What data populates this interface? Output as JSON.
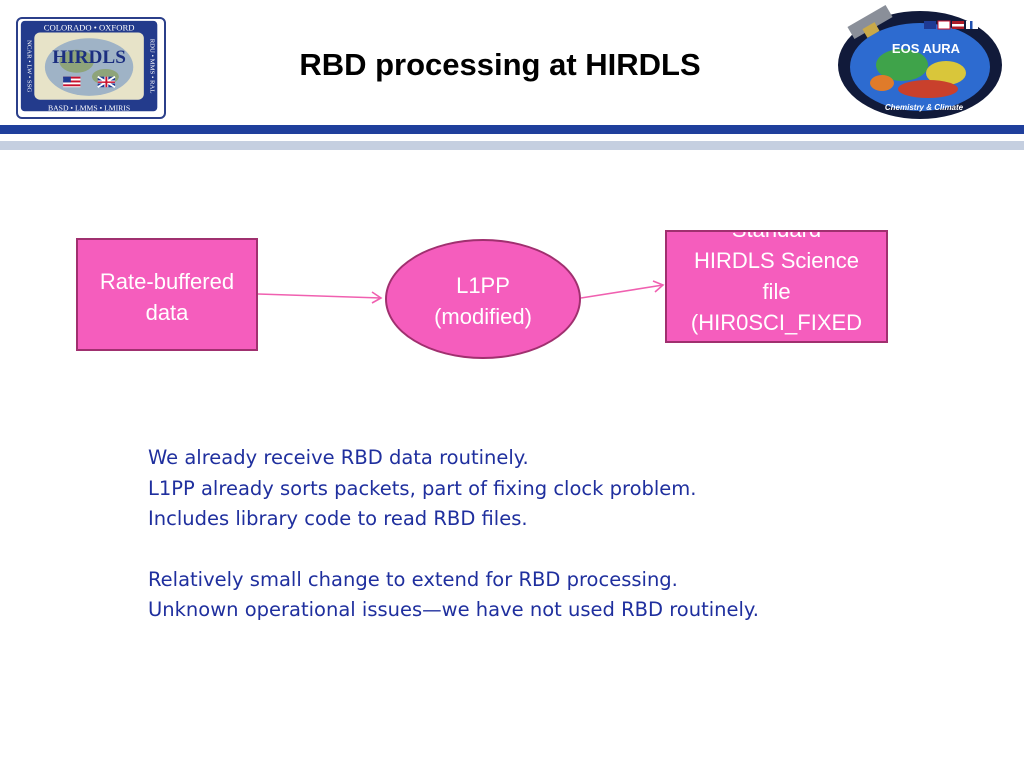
{
  "slide": {
    "title": "RBD processing at HIRDLS",
    "logo_left": {
      "ring_top": "COLORADO • OXFORD",
      "ring_bottom": "BASD • LMMS • LMIRIS",
      "ring_left": "NCAR • LW • SSG",
      "ring_right": "RDU • MMS • RAL",
      "center": "HIRDLS"
    },
    "logo_right": {
      "center": "EOS AURA",
      "bottom": "Chemistry & Climate"
    }
  },
  "diagram": {
    "nodes": {
      "rbd": {
        "lines": [
          "Rate-buffered",
          "data"
        ]
      },
      "l1pp": {
        "lines": [
          "L1PP",
          "(modified)"
        ]
      },
      "std": {
        "lines": [
          "Standard",
          "HIRDLS Science",
          "file",
          "(HIR0SCI_FIXED",
          ")"
        ]
      }
    }
  },
  "notes": {
    "group1": [
      "We already receive RBD data routinely.",
      "L1PP already sorts packets, part of fixing clock problem.",
      "Includes library code to read RBD files."
    ],
    "group2": [
      "Relatively small change to extend for RBD processing.",
      "Unknown operational issues—we have not used RBD routinely."
    ]
  },
  "colors": {
    "node_fill": "#f55dbd",
    "node_border": "#a0306f",
    "arrow": "#f060b0",
    "note_text": "#1f2f9e",
    "bar_dark": "#1f3f9c",
    "bar_light": "#c5cfe0"
  }
}
